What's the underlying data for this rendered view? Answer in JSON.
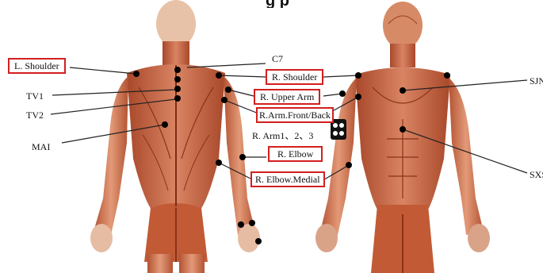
{
  "header_fragment": "g                                           p",
  "labels": {
    "l_shoulder": "L. Shoulder",
    "tv1": "TV1",
    "tv2": "TV2",
    "mai": "MAI",
    "c7": "C7",
    "r_shoulder": "R. Shoulder",
    "r_upper_arm": "R. Upper Arm",
    "r_arm_front_back": "R.Arm.Front/Back",
    "r_arm_123": "R. Arm1、2、3",
    "r_elbow": "R. Elbow",
    "r_elbow_medial": "R. Elbow.Medial",
    "sjn": "SJN",
    "sxs": "SXS"
  },
  "colors": {
    "box_border": "#d21f1f",
    "marker": "#000000",
    "leader": "#222222",
    "muscle": "#c9673f",
    "muscle_dark": "#9b3f22",
    "skin": "#e9b89a"
  },
  "sensor_icon": "sensor-device-icon"
}
